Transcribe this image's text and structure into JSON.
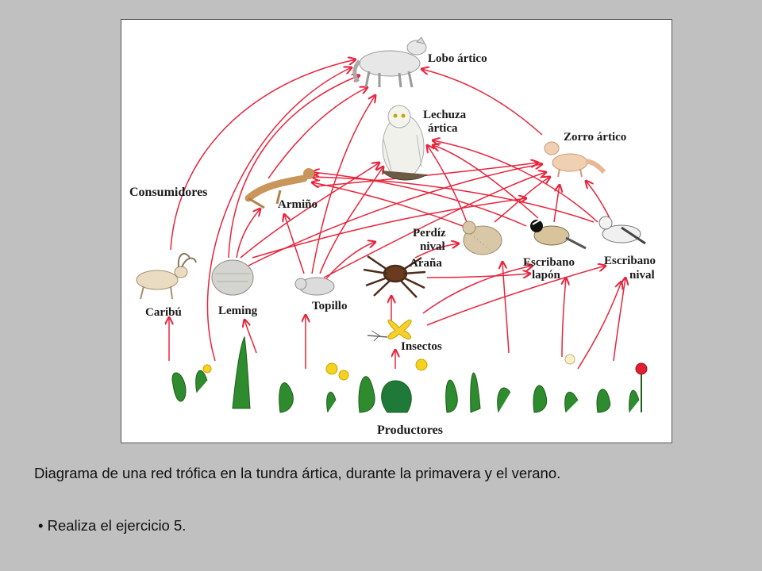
{
  "diagram": {
    "group_labels": {
      "consumers": "Consumidores",
      "producers": "Productores"
    },
    "organisms": {
      "wolf": "Lobo ártico",
      "owl_line1": "Lechuza",
      "owl_line2": "ártica",
      "fox": "Zorro ártico",
      "stoat": "Armiño",
      "ptarmigan_line1": "Perdíz",
      "ptarmigan_line2": "nival",
      "lapland_line1": "Escribano",
      "lapland_line2": "lapón",
      "snow_line1": "Escribano",
      "snow_line2": "nival",
      "caribou": "Caribú",
      "lemming": "Leming",
      "vole": "Topillo",
      "spider": "Araña",
      "insects": "Insectos"
    },
    "arrow_color": "#e8243c"
  },
  "caption": "Diagrama de una red trófica en la tundra ártica, durante la primavera y el verano.",
  "task": "• Realiza el ejercicio 5."
}
